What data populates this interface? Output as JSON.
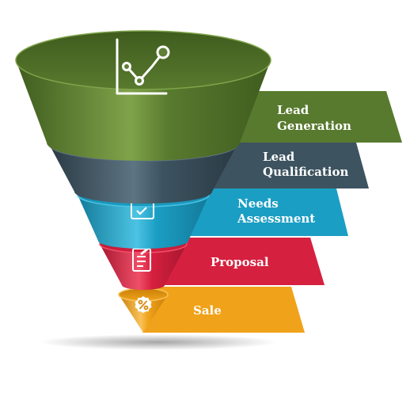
{
  "diagram": {
    "type": "sales-funnel",
    "stages": [
      {
        "label_lines": [
          "Lead",
          "Generation"
        ],
        "icon": "line-chart-icon",
        "color": "#587a2e",
        "color_dark": "#3f5c1e",
        "color_light": "#7fa34a"
      },
      {
        "label_lines": [
          "Lead",
          "Qualification"
        ],
        "icon": "profile-document-icon",
        "color": "#3d5360",
        "color_dark": "#2a3a44",
        "color_light": "#5d7482"
      },
      {
        "label_lines": [
          "Needs",
          "Assessment"
        ],
        "icon": "checklist-clipboard-icon",
        "color": "#1b9ec4",
        "color_dark": "#137a99",
        "color_light": "#4cc3e3"
      },
      {
        "label_lines": [
          "Proposal"
        ],
        "icon": "edit-document-icon",
        "color": "#d6203f",
        "color_dark": "#a7162f",
        "color_light": "#ef4f68"
      },
      {
        "label_lines": [
          "Sale"
        ],
        "icon": "percent-badge-icon",
        "color": "#f0a21a",
        "color_dark": "#c97f08",
        "color_light": "#f8c25a"
      }
    ]
  }
}
